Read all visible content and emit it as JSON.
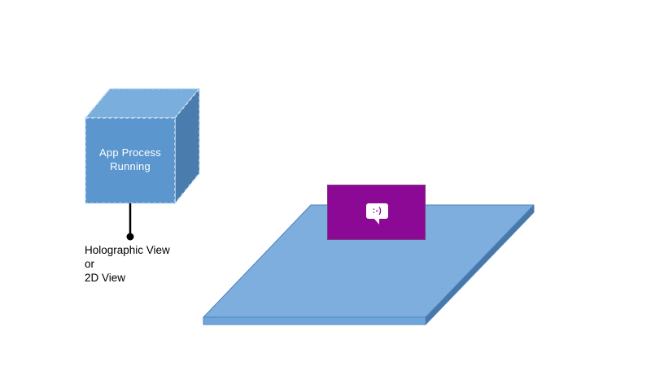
{
  "page": {
    "background": "#FFFFFF"
  },
  "cube": {
    "label": "App Process Running",
    "text_color": "#FFFFFF",
    "front_color": "#5B96CE",
    "top_color": "#7AAEDD",
    "side_color": "#4A7CAE",
    "border_color": "#C8DCF2"
  },
  "connector": {
    "color": "#000000"
  },
  "caption": {
    "lines": [
      "Holographic View",
      "or",
      "2D View"
    ],
    "color": "#000000"
  },
  "slate": {
    "top_color": "#7DAEDD",
    "front_color": "#6FA6DA",
    "side_color": "#4878A8",
    "border_color": "#4E81BD"
  },
  "tile": {
    "color": "#8B0995",
    "icon": "message-bubble-smiley-icon",
    "smiley": ":-)"
  }
}
